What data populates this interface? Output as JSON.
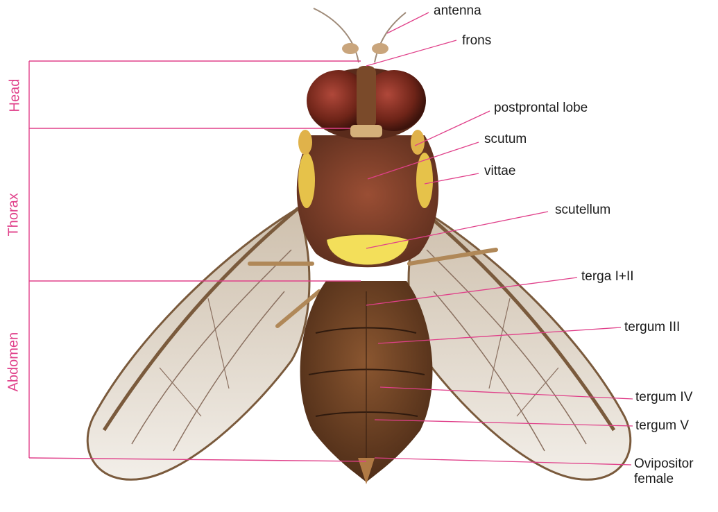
{
  "colors": {
    "leader_line": "#e0408a",
    "region_text": "#e0408a",
    "body_brown": "#6b3a22",
    "scutellum_yellow": "#f0d84a",
    "eye_red": "#7a2a1e",
    "wing": "#efeae2"
  },
  "regions": {
    "head": "Head",
    "thorax": "Thorax",
    "abdomen": "Abdomen"
  },
  "labels": {
    "antenna": "antenna",
    "frons": "frons",
    "postprontal_lobe": "postprontal lobe",
    "scutum": "scutum",
    "vittae": "vittae",
    "scutellum": "scutellum",
    "terga_1_2": "terga I+II",
    "tergum_3": "tergum III",
    "tergum_4": "tergum IV",
    "tergum_5": "tergum V",
    "ovipositor": "Ovipositor female"
  }
}
